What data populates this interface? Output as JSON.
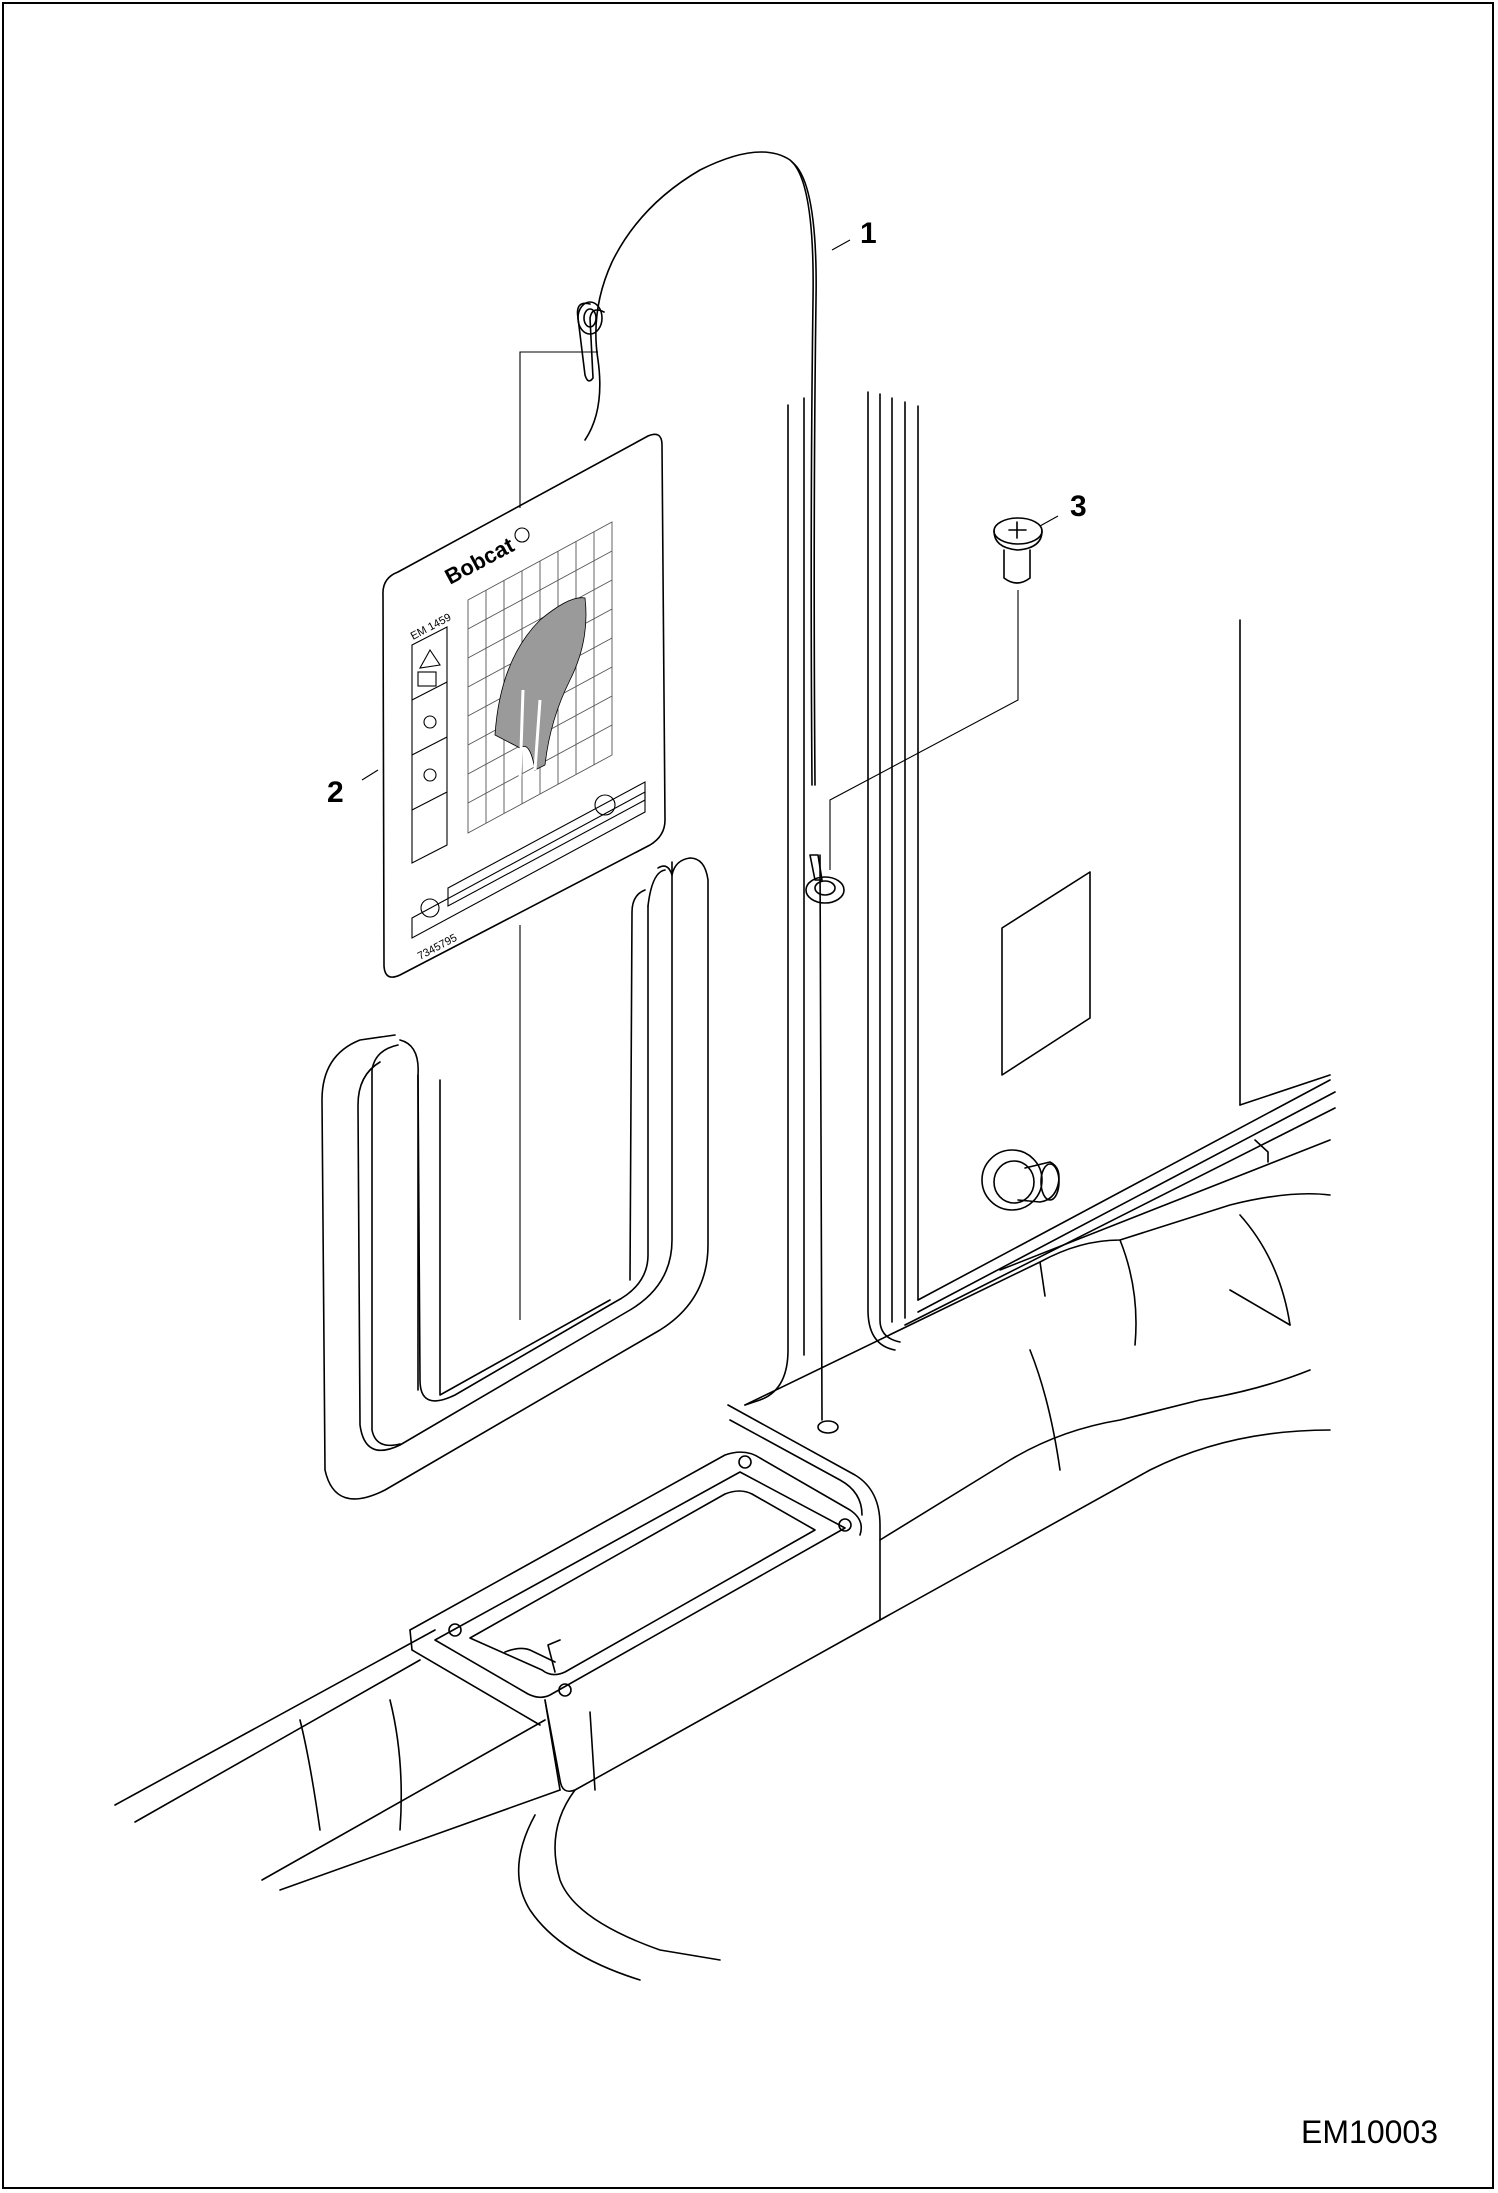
{
  "figure_id": "EM10003",
  "callouts": [
    {
      "number": "1"
    },
    {
      "number": "2"
    },
    {
      "number": "3"
    }
  ],
  "decal": {
    "brand": "Bobcat",
    "code": "EM 1459",
    "part_number": "7345795"
  }
}
